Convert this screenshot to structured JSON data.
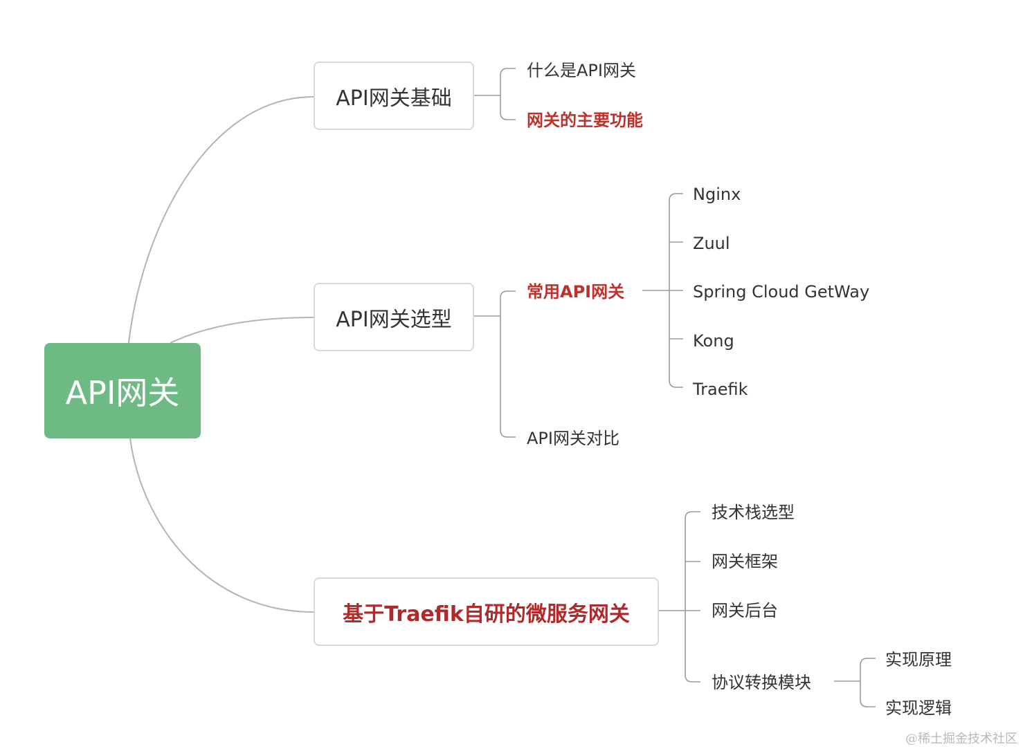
{
  "root": {
    "label": "API网关"
  },
  "branches": [
    {
      "label": "API网关基础",
      "children": [
        {
          "label": "什么是API网关"
        },
        {
          "label": "网关的主要功能",
          "highlight": "#c0302b"
        }
      ]
    },
    {
      "label": "API网关选型",
      "children": [
        {
          "label": "常用API网关",
          "highlight": "#c0302b",
          "children": [
            {
              "label": "Nginx"
            },
            {
              "label": "Zuul"
            },
            {
              "label": "Spring Cloud GetWay"
            },
            {
              "label": "Kong"
            },
            {
              "label": "Traefik"
            }
          ]
        },
        {
          "label": "API网关对比"
        }
      ]
    },
    {
      "label": "基于Traefik自研的微服务网关",
      "highlight": "#b02a2a",
      "children": [
        {
          "label": "技术栈选型"
        },
        {
          "label": "网关框架"
        },
        {
          "label": "网关后台"
        },
        {
          "label": "协议转换模块",
          "children": [
            {
              "label": "实现原理"
            },
            {
              "label": "实现逻辑"
            }
          ]
        }
      ]
    }
  ],
  "watermark": "@稀土掘金技术社区",
  "colors": {
    "root_fill": "#6dba85",
    "box_border": "#d9d9d9",
    "connector": "#aaaaaa",
    "highlight_red": "#c0302b"
  }
}
